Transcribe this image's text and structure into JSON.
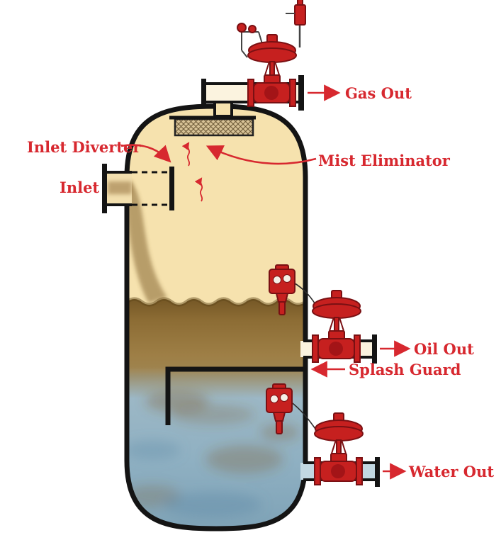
{
  "diagram": {
    "labels": {
      "gas_out": "Gas Out",
      "inlet_diverter": "Inlet Diverter",
      "inlet": "Inlet",
      "mist_eliminator": "Mist Eliminator",
      "oil_out": "Oil Out",
      "splash_guard": "Splash Guard",
      "water_out": "Water Out"
    },
    "components": [
      "separator-vessel",
      "mist-eliminator-pad",
      "inlet-diverter-plate",
      "inlet-pipe",
      "gas-outlet-pipe",
      "gas-control-valve",
      "oil-level-controller",
      "oil-outlet-pipe",
      "oil-control-valve",
      "splash-guard-baffle",
      "water-level-controller",
      "water-outlet-pipe",
      "water-control-valve"
    ],
    "colors": {
      "label_red": "#d7282f",
      "arrow_red": "#d7282f",
      "valve_red": "#c6201f",
      "valve_dark": "#7a1013",
      "outline_black": "#141414",
      "gas_fill": "#f6e2ae",
      "oil_fill": "#9a7a40",
      "water_fill": "#8fb0c2",
      "mist_pad_fill": "#d8c397",
      "background": "#ffffff"
    }
  }
}
